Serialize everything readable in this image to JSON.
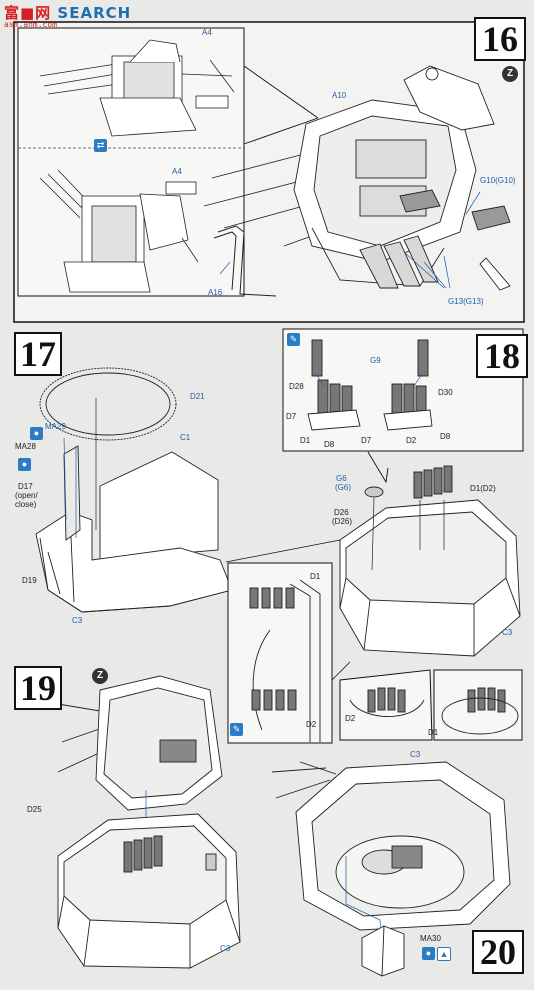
{
  "watermark": {
    "site": "SEARCH",
    "url": "asm.ahm.com"
  },
  "steps": [
    {
      "number": "16"
    },
    {
      "number": "17"
    },
    {
      "number": "18"
    },
    {
      "number": "19"
    },
    {
      "number": "20"
    }
  ],
  "labels": {
    "a4_top": "A4",
    "a4_mid": "A4",
    "a10": "A10",
    "g10": "G10(G10)",
    "a16": "A16",
    "g13": "G13(G13)",
    "d21": "D21",
    "c1": "C1",
    "ma29": "MA29",
    "ma28": "MA28",
    "d17": "D17",
    "d17_note1": "(open/",
    "d17_note2": "close)",
    "d19": "D19",
    "c3_17": "C3",
    "g9": "G9",
    "d28": "D28",
    "d30": "D30",
    "d7_a": "D7",
    "d7_b": "D7",
    "d1_18a": "D1",
    "d8_a": "D8",
    "d2_18a": "D2",
    "d8_b": "D8",
    "g6": "G6",
    "g6b": "(G6)",
    "d26": "D26",
    "d26b": "(D26)",
    "d1d2": "D1(D2)",
    "c3_18": "C3",
    "d1_inset": "D1",
    "d2_inset": "D2",
    "d2_small": "D2",
    "d1_small": "D1",
    "d25": "D25",
    "c3_19": "C3",
    "c3_20": "C3",
    "ma30": "MA30"
  },
  "icons": {
    "z16": "Z",
    "z19": "Z"
  },
  "colors": {
    "accent": "#1f5fa8",
    "line": "#222222",
    "paper": "#e9e9e7"
  }
}
